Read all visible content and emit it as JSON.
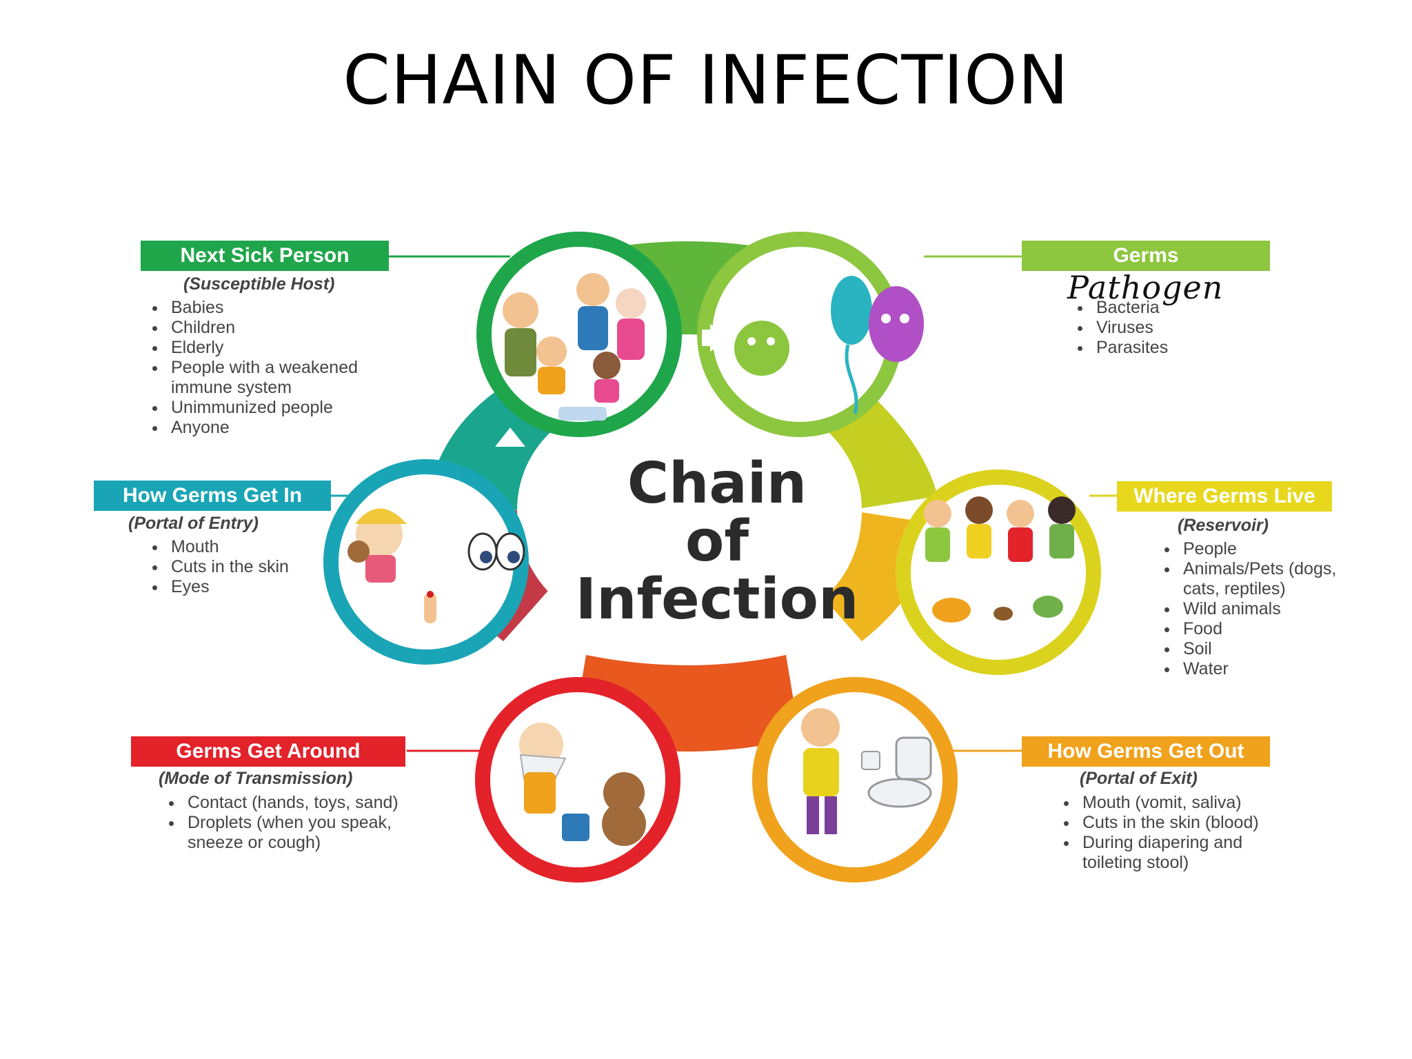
{
  "title": "CHAIN OF INFECTION",
  "center": {
    "line1": "Chain",
    "line2": "of",
    "line3": "Infection"
  },
  "colors": {
    "green_dark": "#1fa64a",
    "green_light": "#8dc63f",
    "yellow": "#dbd21e",
    "orange": "#f0a21c",
    "red": "#e3222a",
    "teal": "#1aa5b6"
  },
  "nodes": [
    {
      "id": "next-sick-person",
      "label": "Next Sick Person",
      "subtitle": "(Susceptible Host)",
      "items": [
        "Babies",
        "Children",
        "Elderly",
        "People with a weakened immune system",
        "Unimmunized people",
        "Anyone"
      ],
      "icon": "family-group-icon"
    },
    {
      "id": "germs",
      "label": "Germs",
      "annotation": "Pathogen",
      "items": [
        "Bacteria",
        "Viruses",
        "Parasites"
      ],
      "icon": "germs-icon"
    },
    {
      "id": "where-germs-live",
      "label": "Where Germs Live",
      "subtitle": "(Reservoir)",
      "items": [
        "People",
        "Animals/Pets (dogs, cats, reptiles)",
        "Wild animals",
        "Food",
        "Soil",
        "Water"
      ],
      "icon": "children-and-animals-icon"
    },
    {
      "id": "how-germs-get-out",
      "label": "How Germs Get Out",
      "subtitle": "(Portal of Exit)",
      "items": [
        "Mouth (vomit, saliva)",
        "Cuts in the skin (blood)",
        "During diapering and toileting stool)"
      ],
      "icon": "toilet-and-sick-child-icon"
    },
    {
      "id": "germs-get-around",
      "label": "Germs Get Around",
      "subtitle": "(Mode of Transmission)",
      "items": [
        "Contact (hands, toys, sand)",
        "Droplets (when you speak, sneeze or cough)"
      ],
      "icon": "sneezing-child-icon"
    },
    {
      "id": "how-germs-get-in",
      "label": "How Germs Get In",
      "subtitle": "(Portal of Entry)",
      "items": [
        "Mouth",
        "Cuts in the skin",
        "Eyes"
      ],
      "icon": "child-eyes-finger-icon"
    }
  ]
}
